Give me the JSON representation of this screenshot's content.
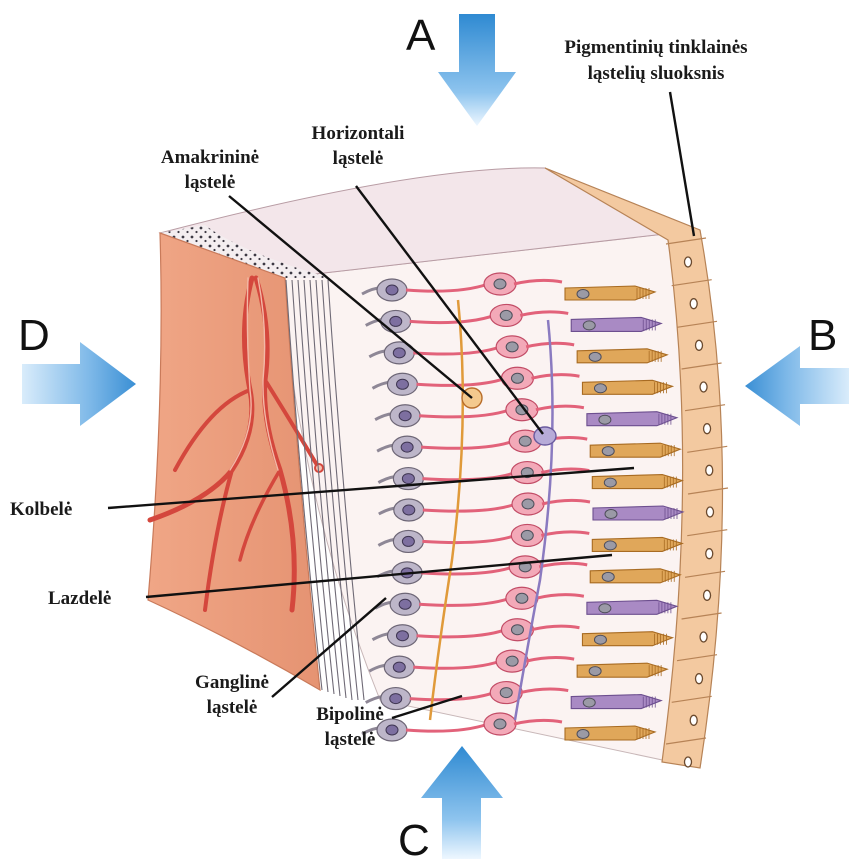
{
  "arrows": {
    "a": "A",
    "b": "B",
    "c": "C",
    "d": "D"
  },
  "labels": {
    "pigment_line1": "Pigmentinių tinklainės",
    "pigment_line2": "ląstelių sluoksnis",
    "horizontal_line1": "Horizontali",
    "horizontal_line2": "ląstelė",
    "amacrine_line1": "Amakrininė",
    "amacrine_line2": "ląstelė",
    "cone": "Kolbelė",
    "rod": "Lazdelė",
    "ganglion_line1": "Ganglinė",
    "ganglion_line2": "ląstelė",
    "bipolar_line1": "Bipolinė",
    "bipolar_line2": "ląstelė"
  },
  "colors": {
    "arrow_fill": "#4a9fd8",
    "choroid": "#ec9d7a",
    "blood_vessel": "#d84a40",
    "pigment_cells": "#f3c9a0",
    "rod_cell": "#e0a75a",
    "cone_cell": "#a98ac4",
    "neuron": "#bdb6c9",
    "connective": "#e2627a"
  }
}
